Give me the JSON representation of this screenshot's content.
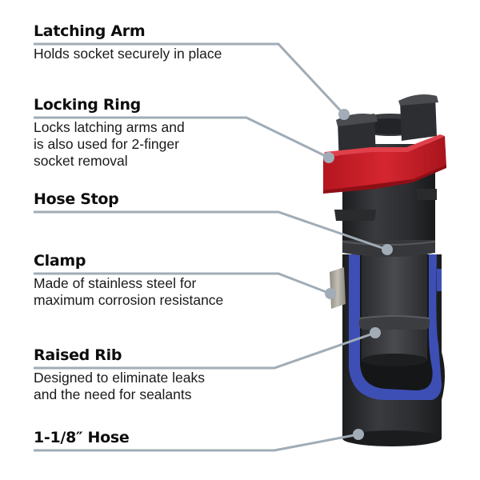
{
  "diagram": {
    "subject": "Hose socket fitting cutaway",
    "colors": {
      "connector": "#a1acb6",
      "body": "#2e2f31",
      "locking_ring": "#c8202b",
      "hose": "#3d4fb5",
      "clamp": "#a8a39a"
    },
    "callouts": [
      {
        "id": "latching-arm",
        "title": "Latching Arm",
        "description": [
          "Holds socket securely in place"
        ]
      },
      {
        "id": "locking-ring",
        "title": "Locking Ring",
        "description": [
          "Locks latching arms and",
          "is also used for 2-finger",
          "socket removal"
        ]
      },
      {
        "id": "hose-stop",
        "title": "Hose Stop",
        "description": []
      },
      {
        "id": "clamp",
        "title": "Clamp",
        "description": [
          "Made of stainless steel for",
          "maximum corrosion resistance"
        ]
      },
      {
        "id": "raised-rib",
        "title": "Raised Rib",
        "description": [
          "Designed to eliminate leaks",
          "and the need for sealants"
        ]
      },
      {
        "id": "hose",
        "title": "1-1/8″ Hose",
        "description": []
      }
    ]
  }
}
